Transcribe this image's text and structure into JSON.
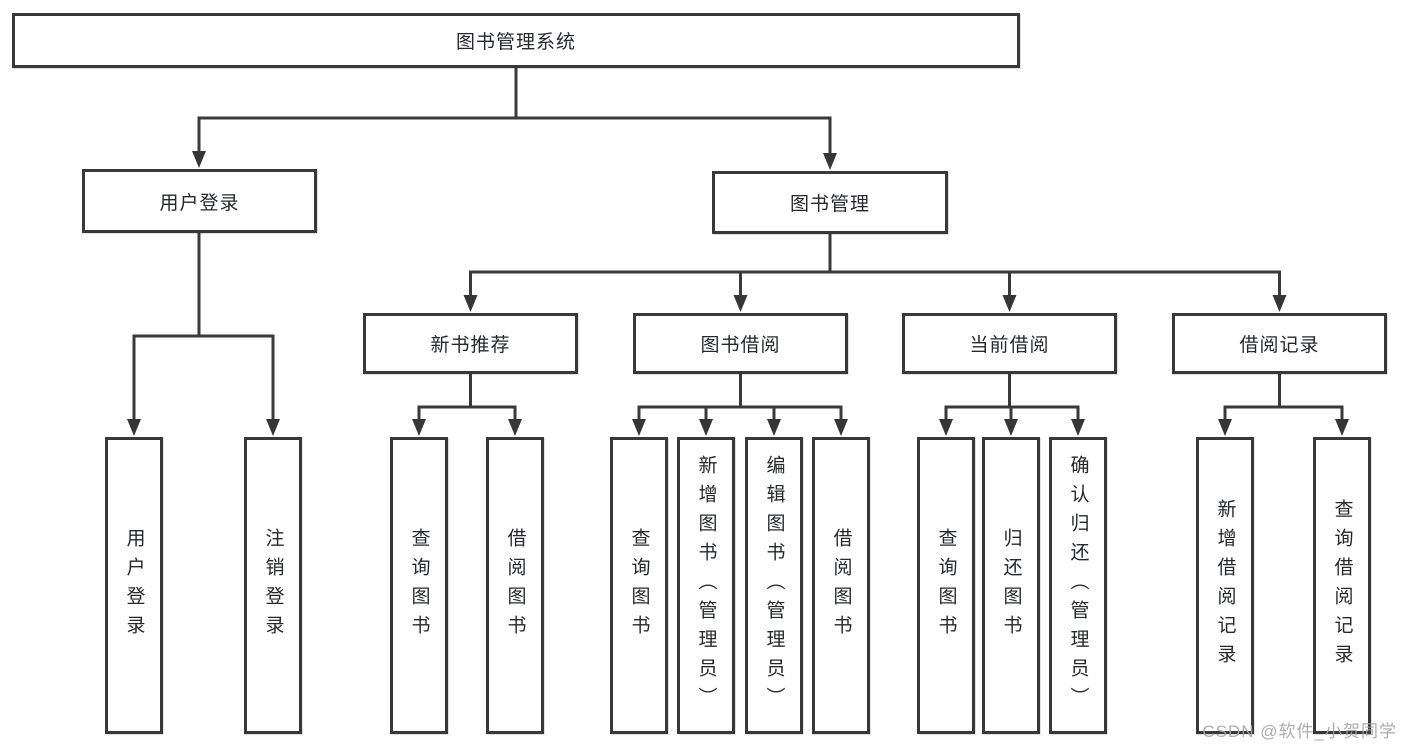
{
  "diagram_title": "图书管理系统",
  "watermark": "CSDN @软件_小贺同学",
  "colors": {
    "line": "#3a3a3a",
    "border": "#383838",
    "text": "#26282c",
    "watermark": "#a4a4a4",
    "background": "#ffffff"
  },
  "tree": {
    "root": {
      "label": "图书管理系统",
      "children": [
        {
          "label": "用户登录",
          "children": [
            {
              "label": "用户登录"
            },
            {
              "label": "注销登录"
            }
          ]
        },
        {
          "label": "图书管理",
          "children": [
            {
              "label": "新书推荐",
              "children": [
                {
                  "label": "查询图书"
                },
                {
                  "label": "借阅图书"
                }
              ]
            },
            {
              "label": "图书借阅",
              "children": [
                {
                  "label": "查询图书"
                },
                {
                  "label": "新增图书（管理员）"
                },
                {
                  "label": "编辑图书（管理员）"
                },
                {
                  "label": "借阅图书"
                }
              ]
            },
            {
              "label": "当前借阅",
              "children": [
                {
                  "label": "查询图书"
                },
                {
                  "label": "归还图书"
                },
                {
                  "label": "确认归还（管理员）"
                }
              ]
            },
            {
              "label": "借阅记录",
              "children": [
                {
                  "label": "新增借阅记录"
                },
                {
                  "label": "查询借阅记录"
                }
              ]
            }
          ]
        }
      ]
    }
  }
}
